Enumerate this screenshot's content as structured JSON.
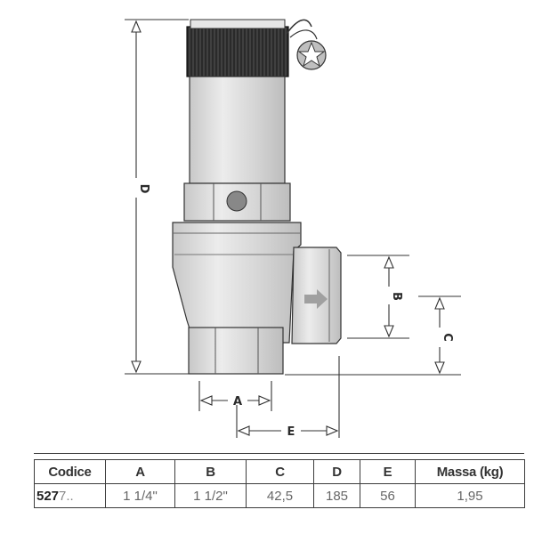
{
  "dimension_labels": {
    "a": "A",
    "b": "B",
    "c": "C",
    "d": "D",
    "e": "E"
  },
  "table": {
    "headers": [
      "Codice",
      "A",
      "B",
      "C",
      "D",
      "E",
      "Massa (kg)"
    ],
    "row": {
      "code_bold": "527",
      "code_rest": "7..",
      "a": "1 1/4\"",
      "b": "1 1/2\"",
      "c": "42,5",
      "d": "185",
      "e": "56",
      "massa": "1,95"
    }
  },
  "colors": {
    "body_fill": "#d9d9d9",
    "cap_fill": "#2e2e2e",
    "line": "#333333"
  }
}
